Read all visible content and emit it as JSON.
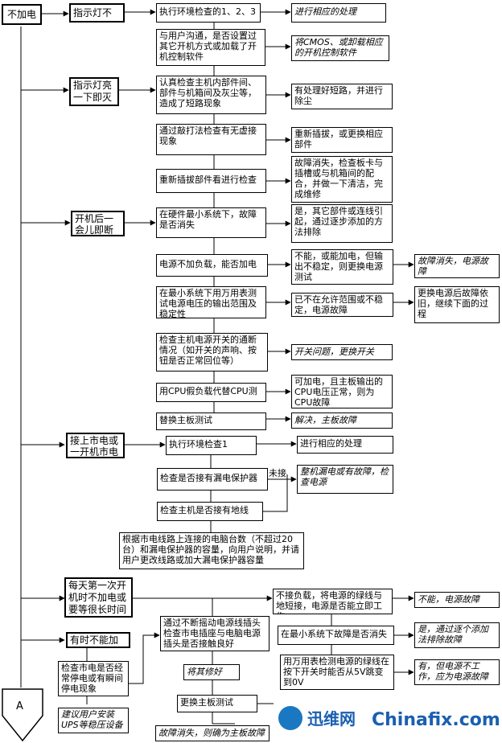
{
  "nodes": {
    "root": "不加电",
    "c1": "指示灯不亮",
    "c1_s1": "执行环境检查的1、2、3",
    "c1_s1_r": "进行相应的处理",
    "c1_s2": "与用户沟通，是否设置过其它开机方式或加载了开机控制软件",
    "c1_s2_r": "将CMOS、或卸载相应的开机控制软件",
    "c2": "指示灯亮一下即灭",
    "c2_s1": "认真检查主机内部件间、部件与机箱间及灰尘等，造成了短路现象",
    "c2_s1_r": "有处理好短路，并进行除尘",
    "c2_s2": "通过敲打法检查有无虚接现象",
    "c2_s2_r": "重新插拔，或更换相应部件",
    "c2_s3": "重新插拔部件看进行检查",
    "c2_s3_r": "故障消失，检查板卡与插槽或与机箱间的配合，并做一下清洁，完成维修",
    "c3": "开机后一会儿即断电",
    "c3_s1": "在硬件最小系统下，故障是否消失",
    "c3_s1_r": "是，其它部件或连线引起，通过逐步添加的方法排除",
    "c3_s2": "电源不加负载，能否加电",
    "c3_s2_r": "不能，或能加电，但输出不稳定，则更换电源测试",
    "c3_s2_rr": "故障消失，电源故障",
    "c3_s3": "在最小系统下用万用表测试电源电压的输出范围及稳定性",
    "c3_s3_r": "已不在允许范围或不稳定，电源故障",
    "c3_s3_rr": "更换电源后故障依旧，继续下面的过程",
    "c3_s4": "检查主机电源开关的通断情况（如开关的声响、按钮是否正常回位等）",
    "c3_s4_r": "开关问题，更换开关",
    "c3_s5": "用CPU假负载代替CPU测试",
    "c3_s5_r": "可加电，且主板输出的CPU电压正常，则为CPU故障",
    "c3_s6": "替换主板测试",
    "c3_s6_r": "解决，主板故障",
    "c4": "接上市电或一开机市电即断",
    "c4_s1": "执行环境检查1",
    "c4_s1_r": "进行相应的处理",
    "c4_s2": "检查是否接有漏电保护器",
    "c4_s2_lbl": "未接",
    "c4_s2_r": "整机漏电或有故障，检查电源",
    "c4_s3": "检查主机是否接有地线",
    "c4_s4": "根据市电线路上连接的电脑台数（不超过20台）和漏电保护器的容量，向用户说明，并请用户更改线路或加大漏电保护器容量",
    "c5": "每天第一次开机时不加电或要等很长时间才启动",
    "c5_s1": "不接负载，将电源的绿线与地短接，电源是否能立即工作",
    "c5_s1_r": "不能，电源故障",
    "c5_s2": "在最小系统下故障是否消失",
    "c5_s2_r": "是，通过逐个添加法排除故障",
    "c5_s3": "用万用表检测电源的绿线在按下开关时能否从5V跳变到0V",
    "c5_s3_r": "有，但电源不工作，应为电源故障",
    "c5_s4": "更换主板测试",
    "c5_s4_r": "故障消失，则确为主板故障",
    "c6": "有时不能加电",
    "c6_s1": "检查市电是否经常停电或有瞬间停电现象",
    "c6_s2": "建议用户安装UPS等稳压设备",
    "c6_s3": "通过不断摇动电源线插头检查市电插座与电脑电源插头是否接触良好",
    "c6_s3_r": "将其修好",
    "conn": "A"
  },
  "watermark": {
    "brand": "迅维网",
    "site": "Chinafix.com"
  }
}
